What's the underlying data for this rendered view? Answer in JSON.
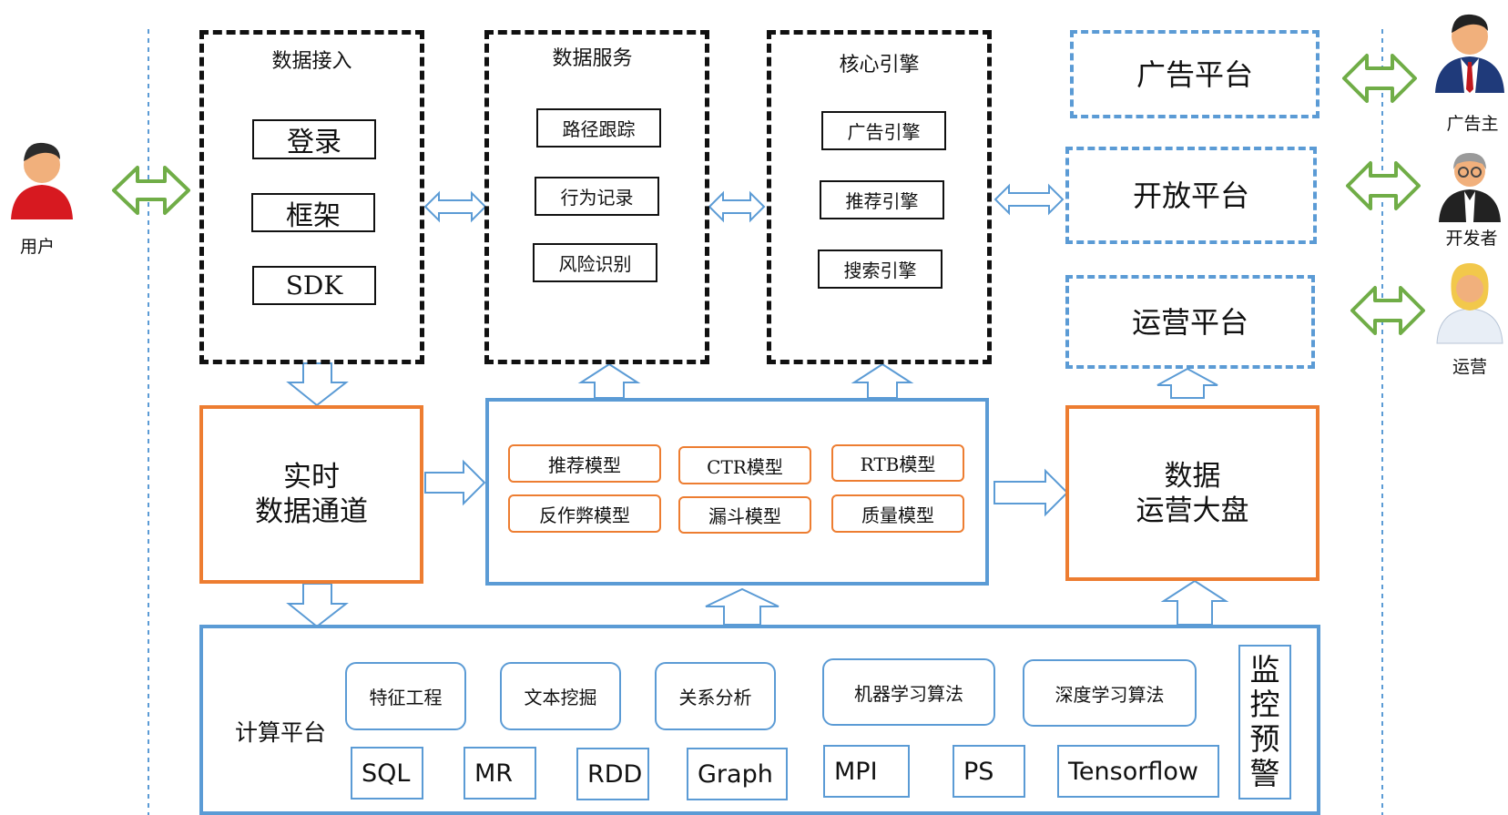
{
  "actors": {
    "user": "用户",
    "advertiser": "广告主",
    "developer": "开发者",
    "operator": "运营"
  },
  "data_access": {
    "title": "数据接入",
    "items": [
      "登录",
      "框架",
      "SDK"
    ]
  },
  "data_service": {
    "title": "数据服务",
    "items": [
      "路径跟踪",
      "行为记录",
      "风险识别"
    ]
  },
  "core_engine": {
    "title": "核心引擎",
    "items": [
      "广告引擎",
      "推荐引擎",
      "搜索引擎"
    ]
  },
  "platforms": {
    "ad": "广告平台",
    "open": "开放平台",
    "ops": "运营平台"
  },
  "realtime_channel": {
    "line1": "实时",
    "line2": "数据通道"
  },
  "models": [
    "推荐模型",
    "CTR模型",
    "RTB模型",
    "反作弊模型",
    "漏斗模型",
    "质量模型"
  ],
  "ops_dashboard": {
    "line1": "数据",
    "line2": "运营大盘"
  },
  "compute_platform": {
    "title": "计算平台",
    "capabilities": [
      "特征工程",
      "文本挖掘",
      "关系分析",
      "机器学习算法",
      "深度学习算法"
    ],
    "engines": [
      "SQL",
      "MR",
      "RDD",
      "Graph",
      "MPI",
      "PS",
      "Tensorflow"
    ],
    "monitor": [
      "监",
      "控",
      "预",
      "警"
    ]
  },
  "colors": {
    "blue": "#5b9bd5",
    "orange": "#ed7d31",
    "green": "#70ad47",
    "black": "#111111"
  }
}
